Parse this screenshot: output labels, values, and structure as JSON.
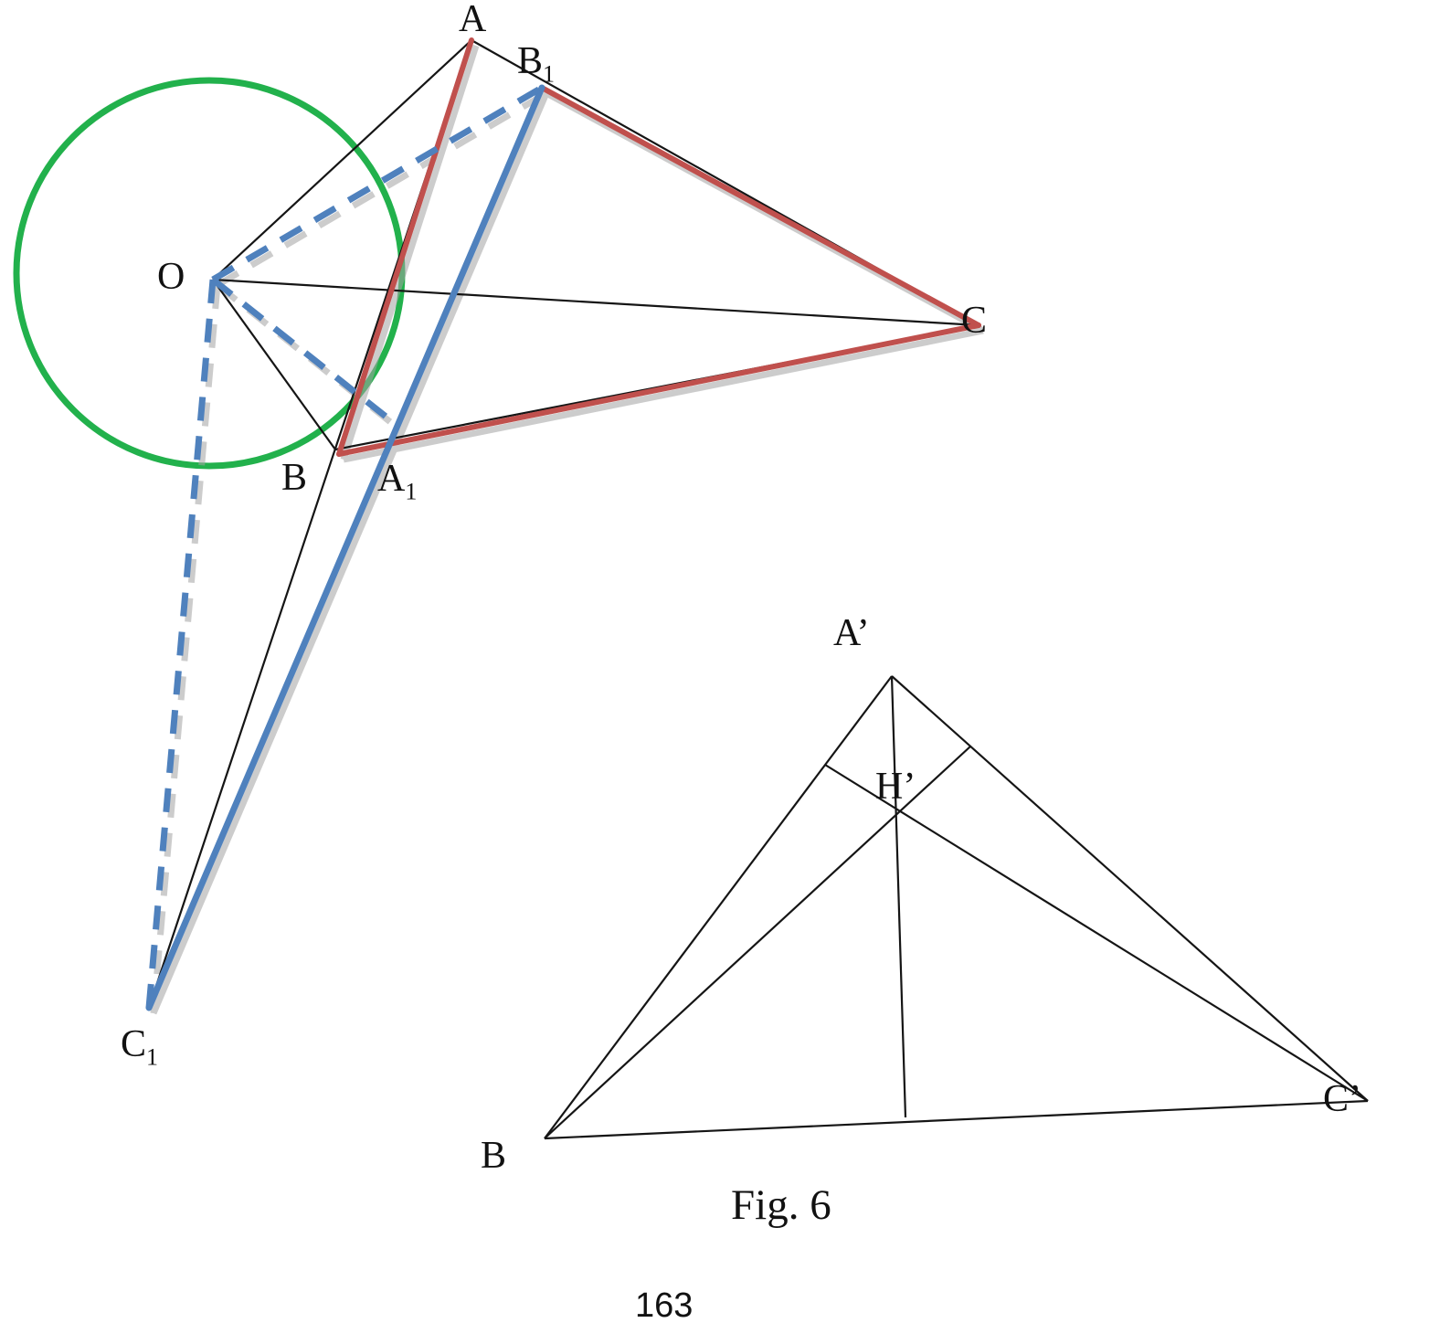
{
  "colors": {
    "green": "#22b14c",
    "red": "#c0504d",
    "blue": "#4f81bd",
    "black": "#151515",
    "shadow": "#a3a3a3"
  },
  "top_figure": {
    "labels": {
      "A": {
        "base": "A",
        "sub": ""
      },
      "B1": {
        "base": "B",
        "sub": "1"
      },
      "O": {
        "base": "O",
        "sub": ""
      },
      "C": {
        "base": "C",
        "sub": ""
      },
      "B": {
        "base": "B",
        "sub": ""
      },
      "A1": {
        "base": "A",
        "sub": "1"
      },
      "C1": {
        "base": "C",
        "sub": "1"
      }
    }
  },
  "bottom_figure": {
    "labels": {
      "A_prime": {
        "base": "A’"
      },
      "H_prime": {
        "base": "H’"
      },
      "B": {
        "base": "B"
      },
      "C_prime": {
        "base": "C’"
      }
    }
  },
  "caption": "Fig. 6",
  "page_number": "163"
}
